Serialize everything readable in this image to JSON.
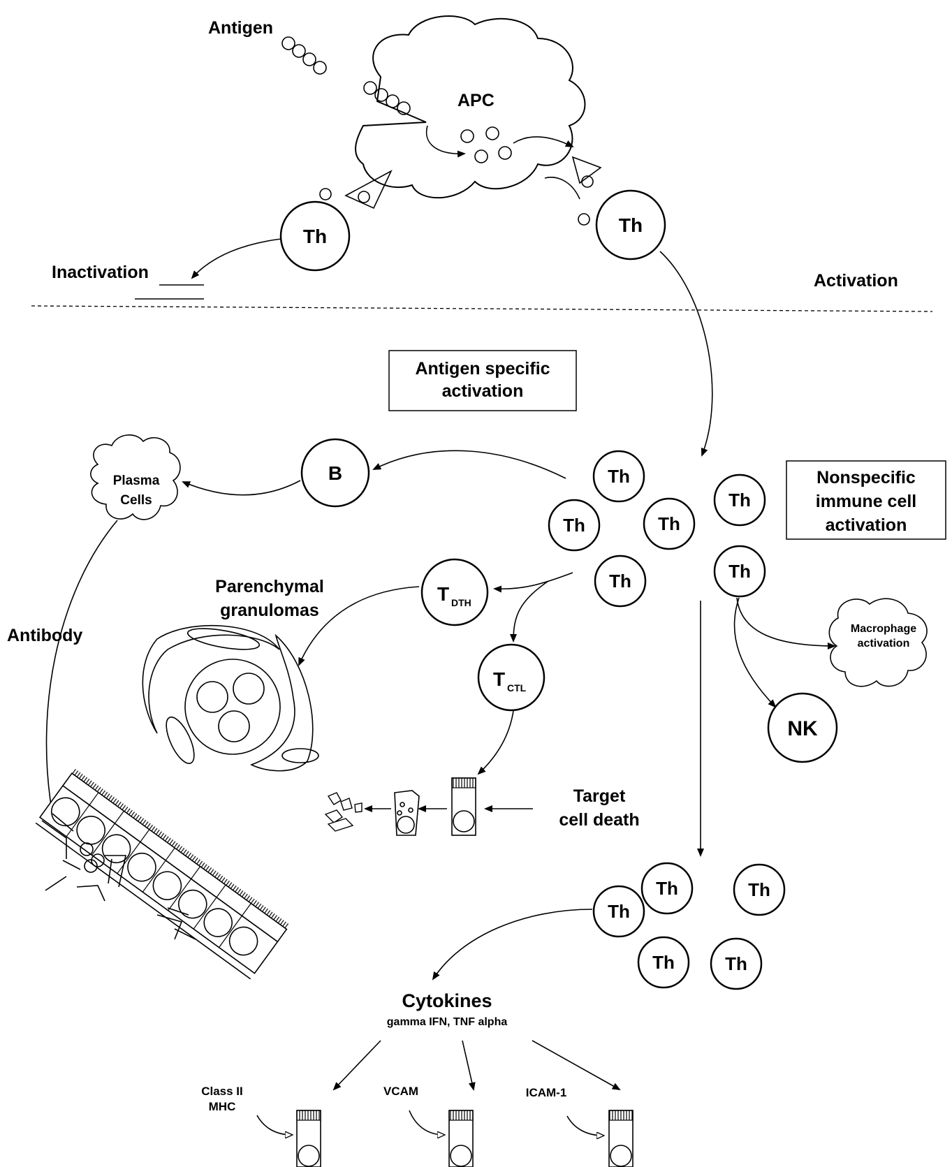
{
  "labels": {
    "antigen": "Antigen",
    "apc": "APC",
    "th": "Th",
    "inactivation": "Inactivation",
    "activation": "Activation",
    "antigen_specific_line1": "Antigen specific",
    "antigen_specific_line2": "activation",
    "nonspecific_line1": "Nonspecific",
    "nonspecific_line2": "immune cell",
    "nonspecific_line3": "activation",
    "b": "B",
    "plasma_line1": "Plasma",
    "plasma_line2": "Cells",
    "parenchymal_line1": "Parenchymal",
    "parenchymal_line2": "granulomas",
    "antibody": "Antibody",
    "t": "T",
    "dth": "DTH",
    "ctl": "CTL",
    "target_line1": "Target",
    "target_line2": "cell death",
    "macrophage_line1": "Macrophage",
    "macrophage_line2": "activation",
    "nk": "NK",
    "cytokines": "Cytokines",
    "cytokines_sub": "gamma IFN, TNF alpha",
    "class2_line1": "Class II",
    "class2_line2": "MHC",
    "vcam": "VCAM",
    "icam": "ICAM-1"
  }
}
